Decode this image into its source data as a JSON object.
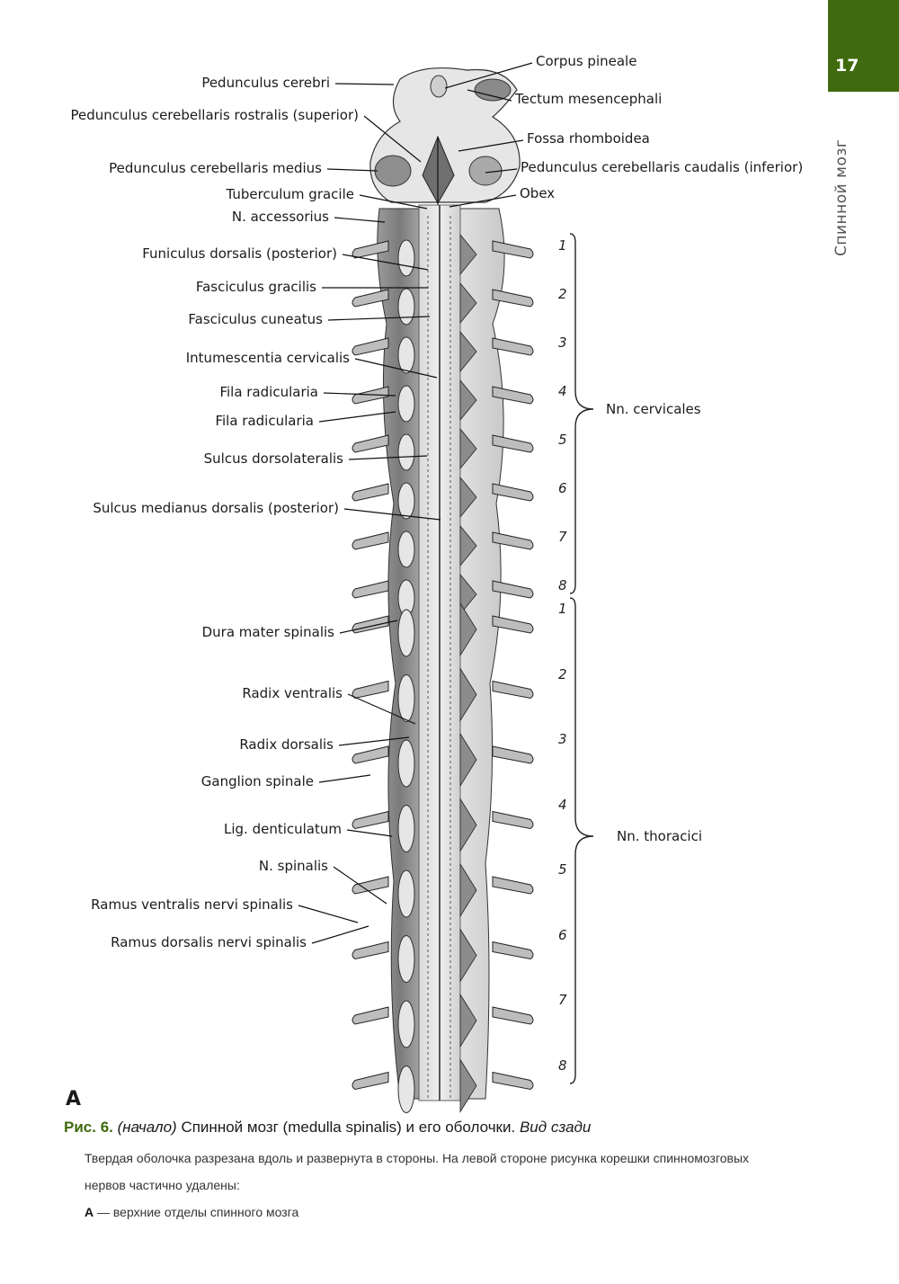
{
  "page": {
    "number": "17",
    "chapter": "Спинной мозг",
    "accent_color": "#3f6a0d"
  },
  "figure": {
    "left_labels": [
      {
        "text": "Pedunculus cerebri"
      },
      {
        "text": "Pedunculus cerebellaris rostralis (superior)"
      },
      {
        "text": "Pedunculus cerebellaris medius"
      },
      {
        "text": "Tuberculum gracile"
      },
      {
        "text": "N. accessorius"
      },
      {
        "text": "Funiculus dorsalis (posterior)"
      },
      {
        "text": "Fasciculus gracilis"
      },
      {
        "text": "Fasciculus cuneatus"
      },
      {
        "text": "Intumescentia cervicalis"
      },
      {
        "text": "Fila radicularia"
      },
      {
        "text": "Fila radicularia"
      },
      {
        "text": "Sulcus dorsolateralis"
      },
      {
        "text": "Sulcus medianus dorsalis (posterior)"
      },
      {
        "text": "Dura mater spinalis"
      },
      {
        "text": "Radix ventralis"
      },
      {
        "text": "Radix dorsalis"
      },
      {
        "text": "Ganglion spinale"
      },
      {
        "text": "Lig. denticulatum"
      },
      {
        "text": "N. spinalis"
      },
      {
        "text": "Ramus ventralis nervi spinalis"
      },
      {
        "text": "Ramus dorsalis nervi spinalis"
      }
    ],
    "right_labels": [
      {
        "text": "Corpus pineale"
      },
      {
        "text": "Tectum mesencephali"
      },
      {
        "text": "Fossa rhomboidea"
      },
      {
        "text": "Pedunculus cerebellaris caudalis (inferior)"
      },
      {
        "text": "Obex"
      }
    ],
    "segment_groups": [
      {
        "name": "Nn. cervicales",
        "segments": [
          "1",
          "2",
          "3",
          "4",
          "5",
          "6",
          "7",
          "8"
        ]
      },
      {
        "name": "Nn. thoracici",
        "segments": [
          "1",
          "2",
          "3",
          "4",
          "5",
          "6",
          "7",
          "8"
        ]
      }
    ],
    "panel_letter": "A"
  },
  "caption": {
    "fig_num": "Рис. 6.",
    "note": "(начало)",
    "title": "Спинной мозг (medulla spinalis) и его оболочки.",
    "view": "Вид сзади",
    "description_line1": "Твердая оболочка разрезана вдоль и развернута в стороны. На левой стороне рисунка корешки спинномозговых",
    "description_line2": "нервов частично удалены:",
    "legend_key": "А",
    "legend_text": "— верхние отделы спинного мозга"
  }
}
